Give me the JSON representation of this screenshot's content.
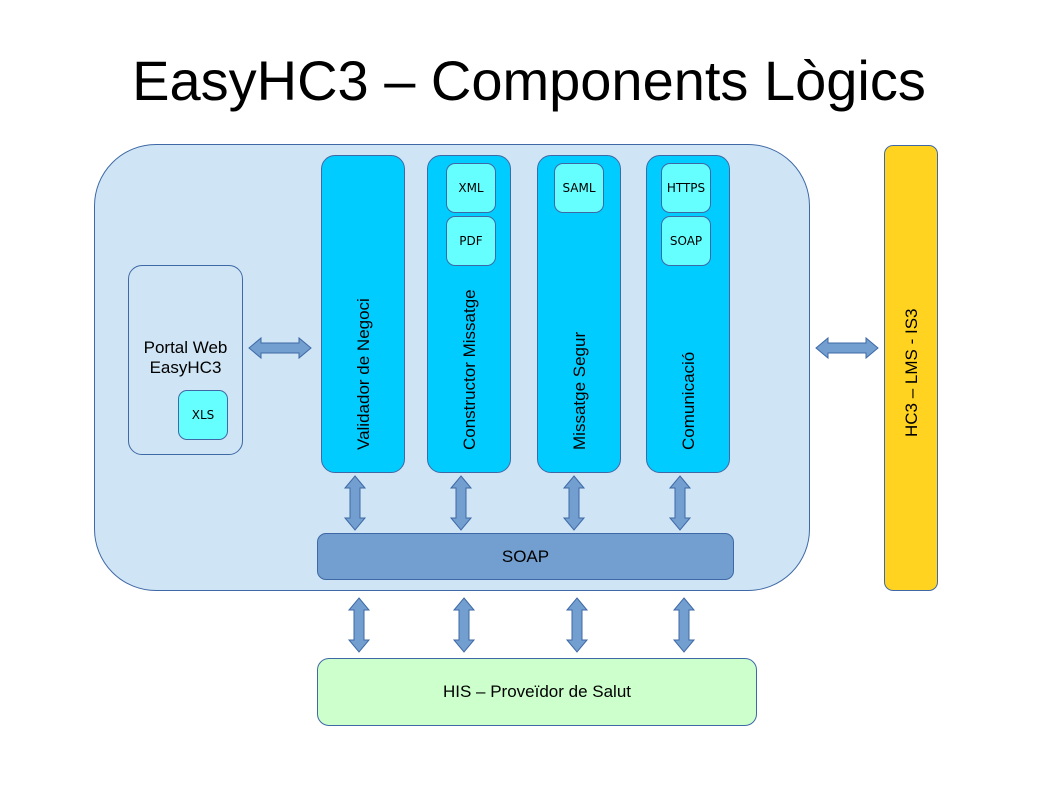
{
  "title": "EasyHC3 – Components Lògics",
  "portal": {
    "label_line1": "Portal Web",
    "label_line2": "EasyHC3",
    "chips": [
      "XLS"
    ]
  },
  "columns": [
    {
      "label": "Validador de Negoci",
      "chips": []
    },
    {
      "label": "Constructor Missatge",
      "chips": [
        "XML",
        "PDF"
      ]
    },
    {
      "label": "Missatge Segur",
      "chips": [
        "SAML"
      ]
    },
    {
      "label": "Comunicació",
      "chips": [
        "HTTPS",
        "SOAP"
      ]
    }
  ],
  "soap_bar": {
    "label": "SOAP"
  },
  "external_system": {
    "label": "HC3 – LMS - IS3"
  },
  "his": {
    "label": "HIS – Proveïdor de Salut"
  },
  "colors": {
    "container_fill": "#cfe4f4",
    "border": "#3f69a6",
    "column_fill": "#00ccff",
    "chip_fill": "#66ffff",
    "soap_fill": "#729fcf",
    "hc3_fill": "#ffd320",
    "his_fill": "#ccffcc",
    "arrow_fill": "#729fcf"
  }
}
